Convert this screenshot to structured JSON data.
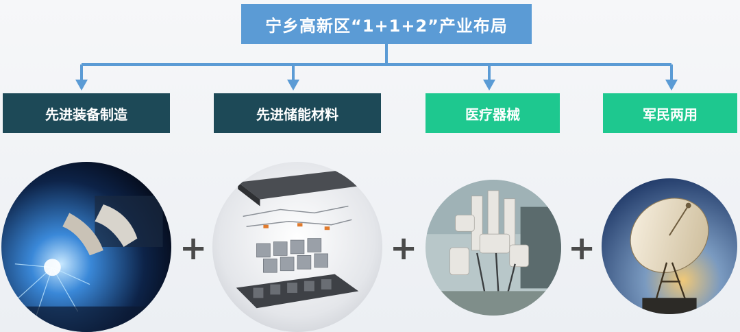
{
  "title": "宁乡高新区“1+1+2”产业布局",
  "categories": [
    {
      "label": "先进装备制造",
      "image": "welding-robot-photo"
    },
    {
      "label": "先进储能材料",
      "image": "battery-pack-photo"
    },
    {
      "label": "医疗器械",
      "image": "surgical-robot-photo"
    },
    {
      "label": "军民两用",
      "image": "radar-dish-photo"
    }
  ],
  "plus_sign": "+",
  "colors": {
    "title_bg": "#5b9bd5",
    "connector": "#5b9bd5",
    "category_dark": "#1d4957",
    "category_green": "#1ec88f"
  }
}
